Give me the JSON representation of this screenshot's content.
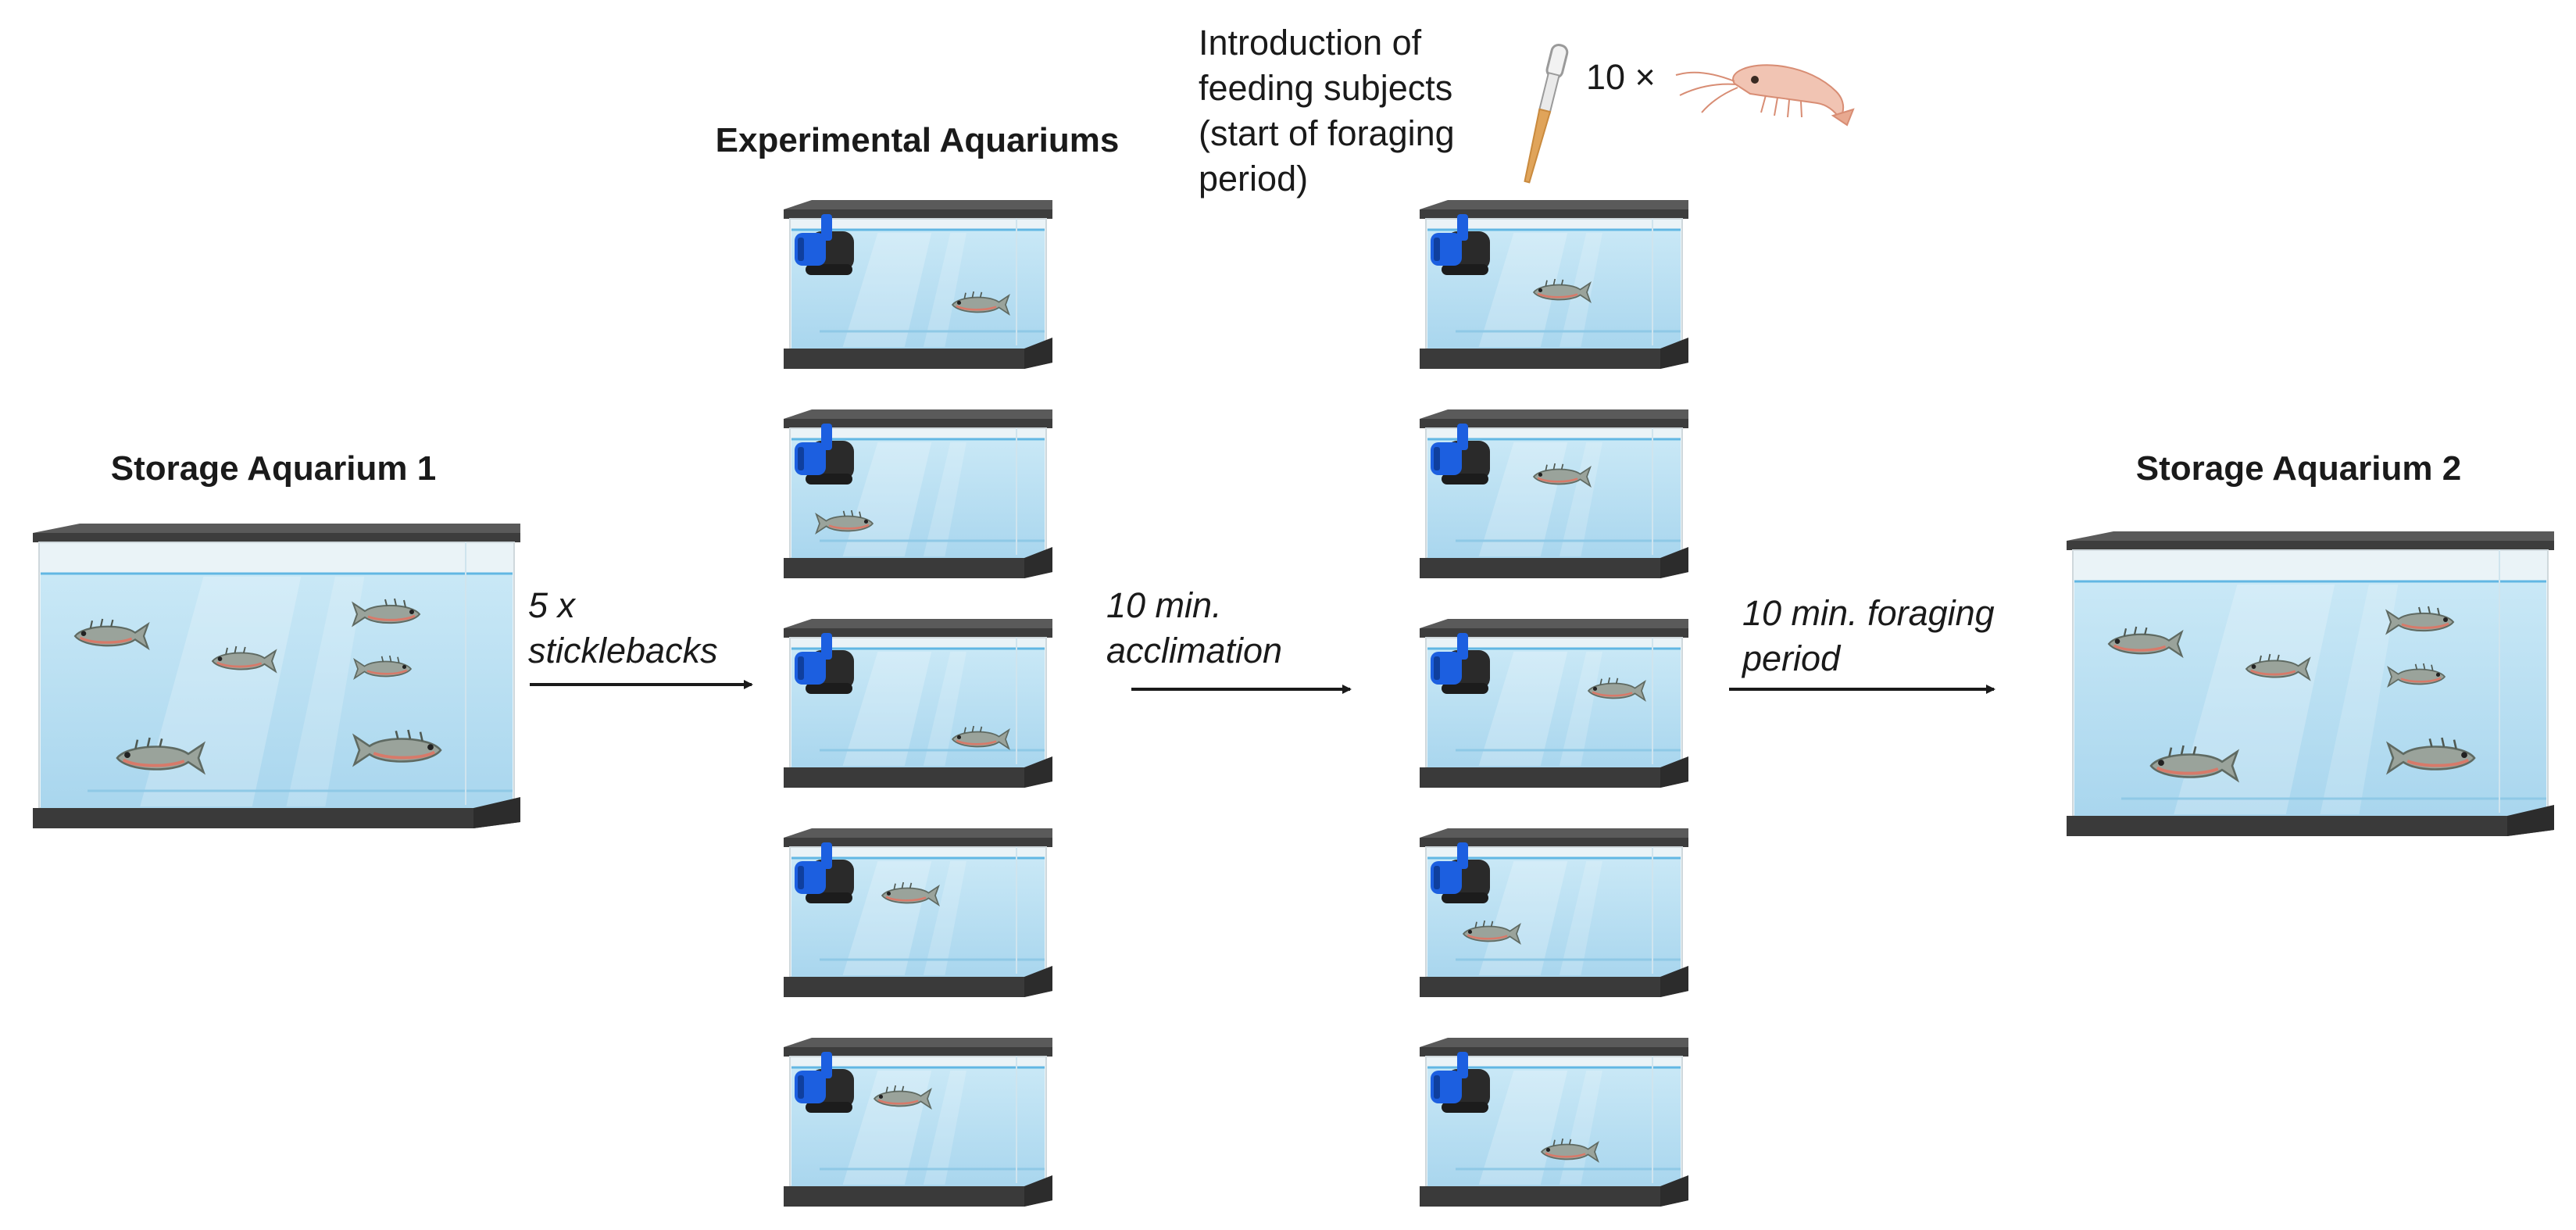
{
  "labels": {
    "storage_1": "Storage Aquarium 1",
    "storage_2": "Storage Aquarium 2",
    "experimental": "Experimental Aquariums",
    "intro_line1": "Introduction of",
    "intro_line2": "feeding subjects",
    "intro_line3": "(start of foraging",
    "intro_line4": "period)",
    "shrimp_count": "10 ×"
  },
  "steps": {
    "transfer_line1": "5 x",
    "transfer_line2": "sticklebacks",
    "acclimation_line1": "10 min.",
    "acclimation_line2": "acclimation",
    "foraging_line1": "10 min. foraging",
    "foraging_line2": "period"
  },
  "experimental_aquariums_per_column": 5,
  "colors": {
    "water": "#bfe2f3",
    "tank_frame": "#454545",
    "pump": "#1c5fe0",
    "fish": "#9aa39b",
    "shrimp": "#e8a990",
    "pipette": "#e0a45a"
  }
}
